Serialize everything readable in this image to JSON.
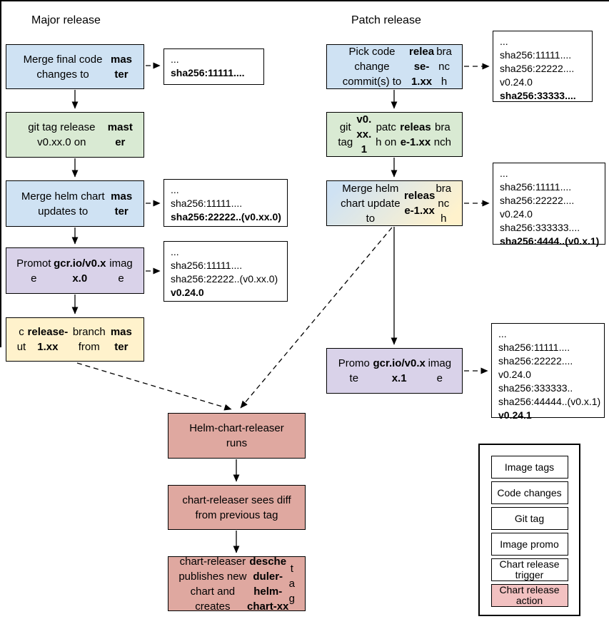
{
  "colors": {
    "code-bg": "#cfe2f3",
    "git-bg": "#d9ead3",
    "promo-bg": "#d9d2e9",
    "trigger-bg": "#fff2cc",
    "action-bg": "#dfa8a0",
    "legend-action-bg": "#f2c1c1"
  },
  "sections": {
    "major": {
      "title": "Major release"
    },
    "patch": {
      "title": "Patch release"
    }
  },
  "major_steps": [
    {
      "segments": [
        {
          "t": "Merge final code changes to "
        },
        {
          "t": "master",
          "b": true
        }
      ]
    },
    {
      "segments": [
        {
          "t": "git tag release v0.xx.0 on "
        },
        {
          "t": "master",
          "b": true
        }
      ]
    },
    {
      "segments": [
        {
          "t": "Merge helm chart updates to "
        },
        {
          "t": "master",
          "b": true
        }
      ]
    },
    {
      "segments": [
        {
          "t": "Promote "
        },
        {
          "t": "gcr.io/v0.xx.0",
          "b": true
        },
        {
          "t": " image"
        }
      ]
    },
    {
      "segments": [
        {
          "t": "cut "
        },
        {
          "t": "release-1.xx",
          "b": true
        },
        {
          "t": " branch from "
        },
        {
          "t": "master",
          "b": true
        }
      ]
    }
  ],
  "patch_steps": [
    {
      "segments": [
        {
          "t": "Pick code change commit(s) to "
        },
        {
          "t": "release-1.xx",
          "b": true
        },
        {
          "t": " branch"
        }
      ]
    },
    {
      "segments": [
        {
          "t": "git tag "
        },
        {
          "t": "v0.xx.1",
          "b": true
        },
        {
          "t": " patch on "
        },
        {
          "t": "release-1.xx",
          "b": true
        },
        {
          "t": " branch"
        }
      ]
    },
    {
      "segments": [
        {
          "t": "Merge helm chart update to "
        },
        {
          "t": "release-1.xx",
          "b": true
        },
        {
          "t": " branch"
        }
      ]
    },
    {
      "segments": [
        {
          "t": "Promote "
        },
        {
          "t": "gcr.io/v0.xx.1",
          "b": true
        },
        {
          "t": " image"
        }
      ]
    }
  ],
  "chart_steps": [
    {
      "segments": [
        {
          "t": "Helm-chart-releaser runs"
        }
      ]
    },
    {
      "segments": [
        {
          "t": "chart-releaser sees diff from previous tag"
        }
      ]
    },
    {
      "segments": [
        {
          "t": "chart-releaser publishes new chart and creates "
        },
        {
          "t": "descheduler-helm-chart-xx",
          "b": true
        },
        {
          "t": " tag"
        }
      ]
    }
  ],
  "tag_boxes": {
    "major_1": {
      "lines": [
        {
          "t": "..."
        },
        {
          "t": "sha256:11111....",
          "b": true
        }
      ]
    },
    "major_2": {
      "lines": [
        {
          "t": "..."
        },
        {
          "t": "sha256:11111...."
        },
        {
          "t": "sha256:22222..(v0.xx.0)",
          "b": true
        }
      ]
    },
    "major_3": {
      "lines": [
        {
          "t": "..."
        },
        {
          "t": "sha256:11111...."
        },
        {
          "t": "sha256:22222..(v0.xx.0)"
        },
        {
          "t": "v0.24.0",
          "b": true
        }
      ]
    },
    "patch_1": {
      "lines": [
        {
          "t": "..."
        },
        {
          "t": "sha256:11111...."
        },
        {
          "t": "sha256:22222...."
        },
        {
          "t": "v0.24.0"
        },
        {
          "t": "sha256:33333....",
          "b": true
        }
      ]
    },
    "patch_2": {
      "lines": [
        {
          "t": "..."
        },
        {
          "t": "sha256:11111...."
        },
        {
          "t": "sha256:22222...."
        },
        {
          "t": "v0.24.0"
        },
        {
          "t": "sha256:333333...."
        },
        {
          "t": "sha256:4444..(v0.x.1)",
          "b": true
        }
      ]
    },
    "patch_3": {
      "lines": [
        {
          "t": "..."
        },
        {
          "t": "sha256:11111...."
        },
        {
          "t": "sha256:22222...."
        },
        {
          "t": "v0.24.0"
        },
        {
          "t": "sha256:333333.."
        },
        {
          "t": "sha256:44444..(v0.x.1)"
        },
        {
          "t": "v0.24.1",
          "b": true
        }
      ]
    }
  },
  "legend": {
    "items": [
      {
        "label": "Image tags"
      },
      {
        "label": "Code changes"
      },
      {
        "label": "Git tag"
      },
      {
        "label": "Image promo"
      },
      {
        "label": "Chart release trigger"
      },
      {
        "label": "Chart release action"
      }
    ]
  }
}
